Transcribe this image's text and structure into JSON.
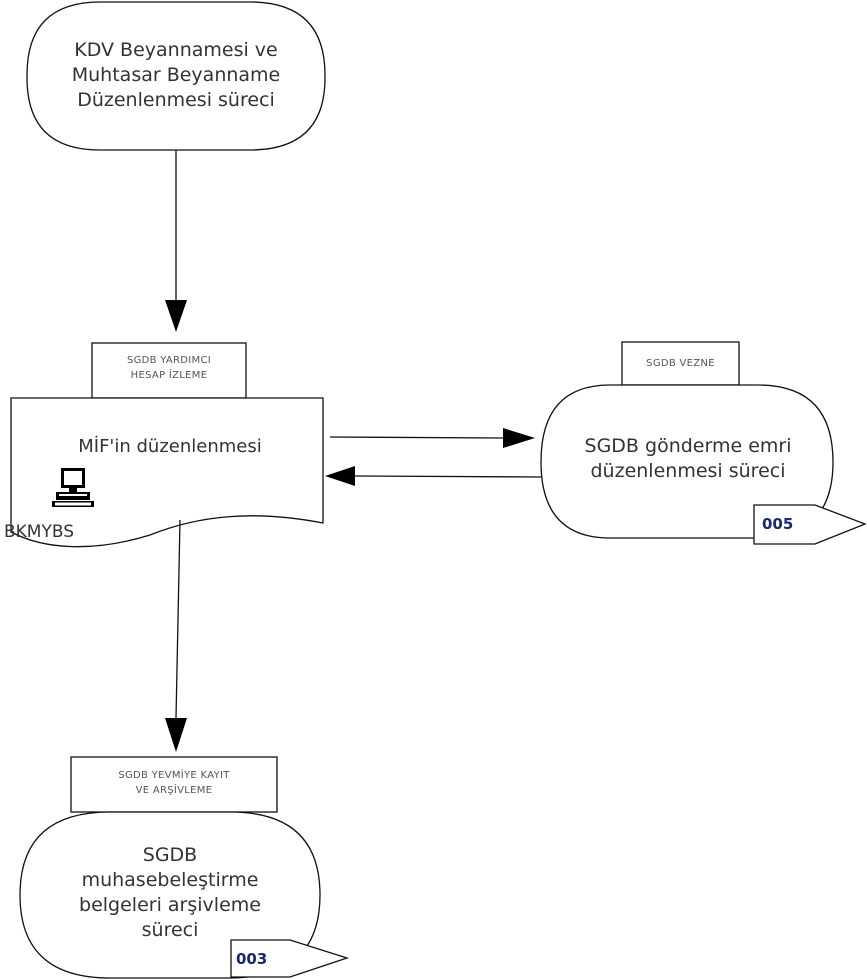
{
  "nodes": {
    "start": {
      "label": "KDV Beyannamesi ve\nMuhtasar Beyanname\nDüzenlenmesi süreci"
    },
    "mif": {
      "role": "SGDB YARDIMCI\nHESAP İZLEME",
      "label": "MİF'in düzenlenmesi",
      "system": "BKMYBS",
      "system_icon": "computer-icon"
    },
    "vezne": {
      "role": "SGDB VEZNE",
      "label": "SGDB gönderme emri\ndüzenlenmesi süreci",
      "ref": "005"
    },
    "archive": {
      "role": "SGDB  YEVMİYE KAYIT\nVE ARŞİVLEME",
      "label": "SGDB\nmuhasebeleştirme\nbelgeleri arşivleme\nsüreci",
      "ref": "003"
    }
  },
  "colors": {
    "stroke": "#111111",
    "ref_text": "#1a2a66",
    "text": "#333333"
  }
}
